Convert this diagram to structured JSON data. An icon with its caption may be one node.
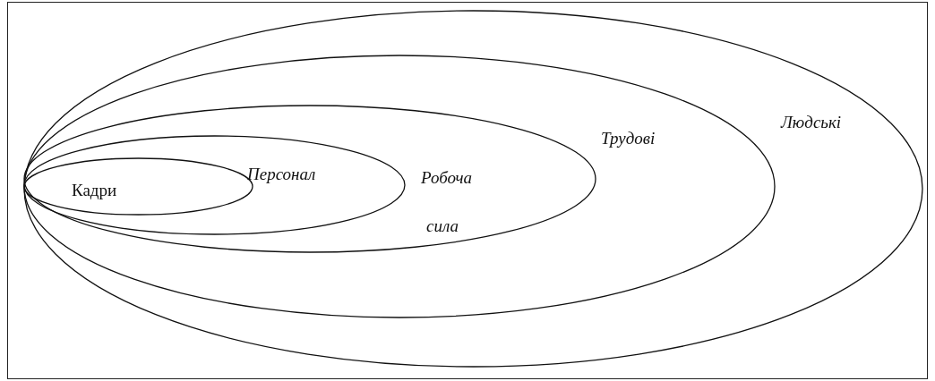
{
  "diagram": {
    "nodes": [
      {
        "text": [
          "Людські"
        ]
      },
      {
        "text": [
          "Трудові"
        ],
        "in": 0
      },
      {
        "text": [
          "Робоча сила"
        ],
        "in": 1
      },
      {
        "text": [
          "Персонал"
        ],
        "in": 2
      },
      {
        "text": [
          "Кадри"
        ],
        "in": 3
      }
    ]
  }
}
